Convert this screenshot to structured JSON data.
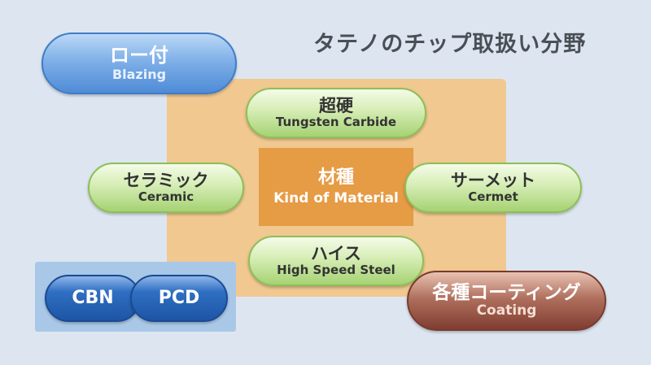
{
  "title": "タテノのチップ取扱い分野",
  "center": {
    "jp": "材種",
    "en": "Kind of Material"
  },
  "materials": {
    "carbide": {
      "jp": "超硬",
      "en": "Tungsten Carbide"
    },
    "ceramic": {
      "jp": "セラミック",
      "en": "Ceramic"
    },
    "cermet": {
      "jp": "サーメット",
      "en": "Cermet"
    },
    "hss": {
      "jp": "ハイス",
      "en": "High Speed Steel"
    }
  },
  "brazing": {
    "jp": "ロー付",
    "en": "Blazing"
  },
  "cbn": {
    "label": "CBN"
  },
  "pcd": {
    "label": "PCD"
  },
  "coating": {
    "jp": "各種コーティング",
    "en": "Coating"
  },
  "colors": {
    "background": "#dde6f0",
    "center_panel": "#f0c890",
    "center_box": "#e69b45",
    "green_pill": "#c7e6a0",
    "blue_pill": "#5f97dc",
    "dark_blue_pill": "#1e55a6",
    "coating_pill": "#9a5444"
  }
}
